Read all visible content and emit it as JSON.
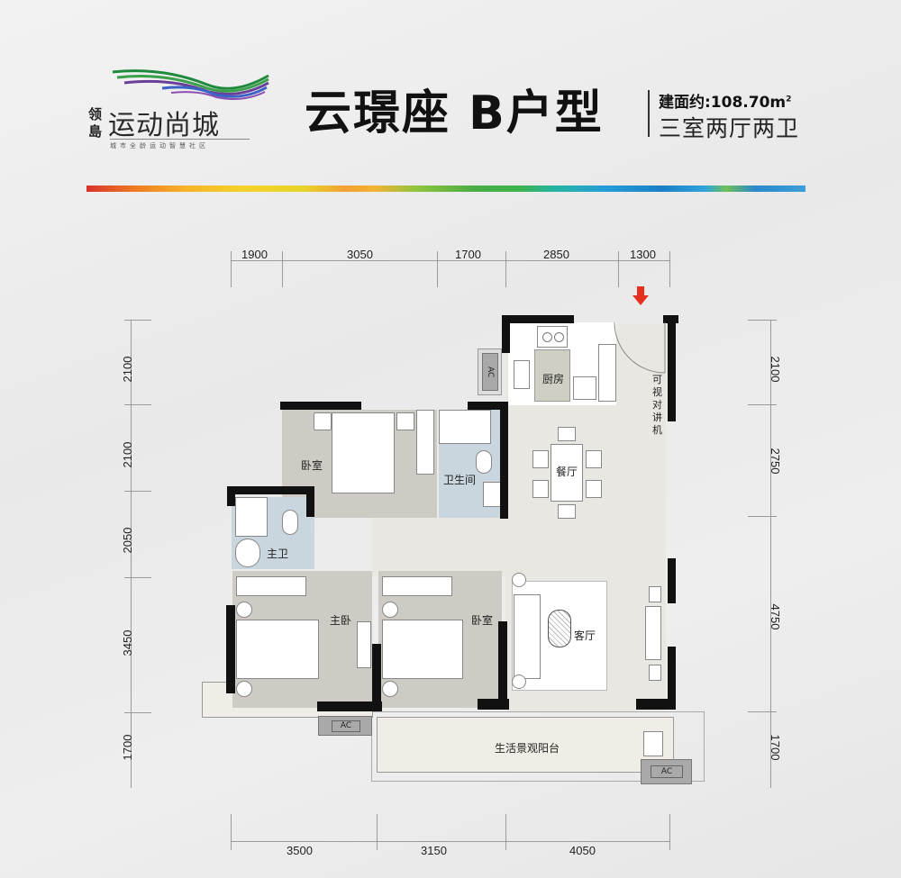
{
  "brand": {
    "side_text": "领島",
    "name": "运动尚城",
    "tagline": "城市全龄运动智慧社区",
    "wave_colors": [
      "#1f8a3c",
      "#3aa04a",
      "#6a3f9a",
      "#3b62c4",
      "#8c4fb0"
    ]
  },
  "header": {
    "title": "云璟座 B户型",
    "area_label": "建面约:108.70m",
    "area_unit_sup": "2",
    "room_config": "三室两厅两卫"
  },
  "colors": {
    "background": "#ececec",
    "wall": "#111111",
    "bedroom_floor": "#cdcbc3",
    "living_floor": "#e9e7e2",
    "bathroom_floor": "#c9d6dd",
    "kitchen_counter": "#cfd0c3",
    "entry_arrow": "#e8301e",
    "ac_unit": "#a9a9a9"
  },
  "dimensions": {
    "top": [
      "1900",
      "3050",
      "1700",
      "2850",
      "1300"
    ],
    "left": [
      "2100",
      "2100",
      "2050",
      "3450",
      "1700"
    ],
    "right": [
      "2100",
      "2750",
      "4750",
      "1700"
    ],
    "bottom": [
      "3500",
      "3150",
      "4050"
    ]
  },
  "rooms": {
    "kitchen": "厨房",
    "dining": "餐厅",
    "living": "客厅",
    "bedroom_2": "卧室",
    "bathroom": "卫生间",
    "master_bath": "主卫",
    "master_bedroom": "主卧",
    "bedroom_3": "卧室",
    "balcony": "生活景观阳台",
    "intercom": "可视对讲机"
  },
  "ac_labels": [
    "AC",
    "AC",
    "AC"
  ],
  "entry_marker": "entry-arrow"
}
